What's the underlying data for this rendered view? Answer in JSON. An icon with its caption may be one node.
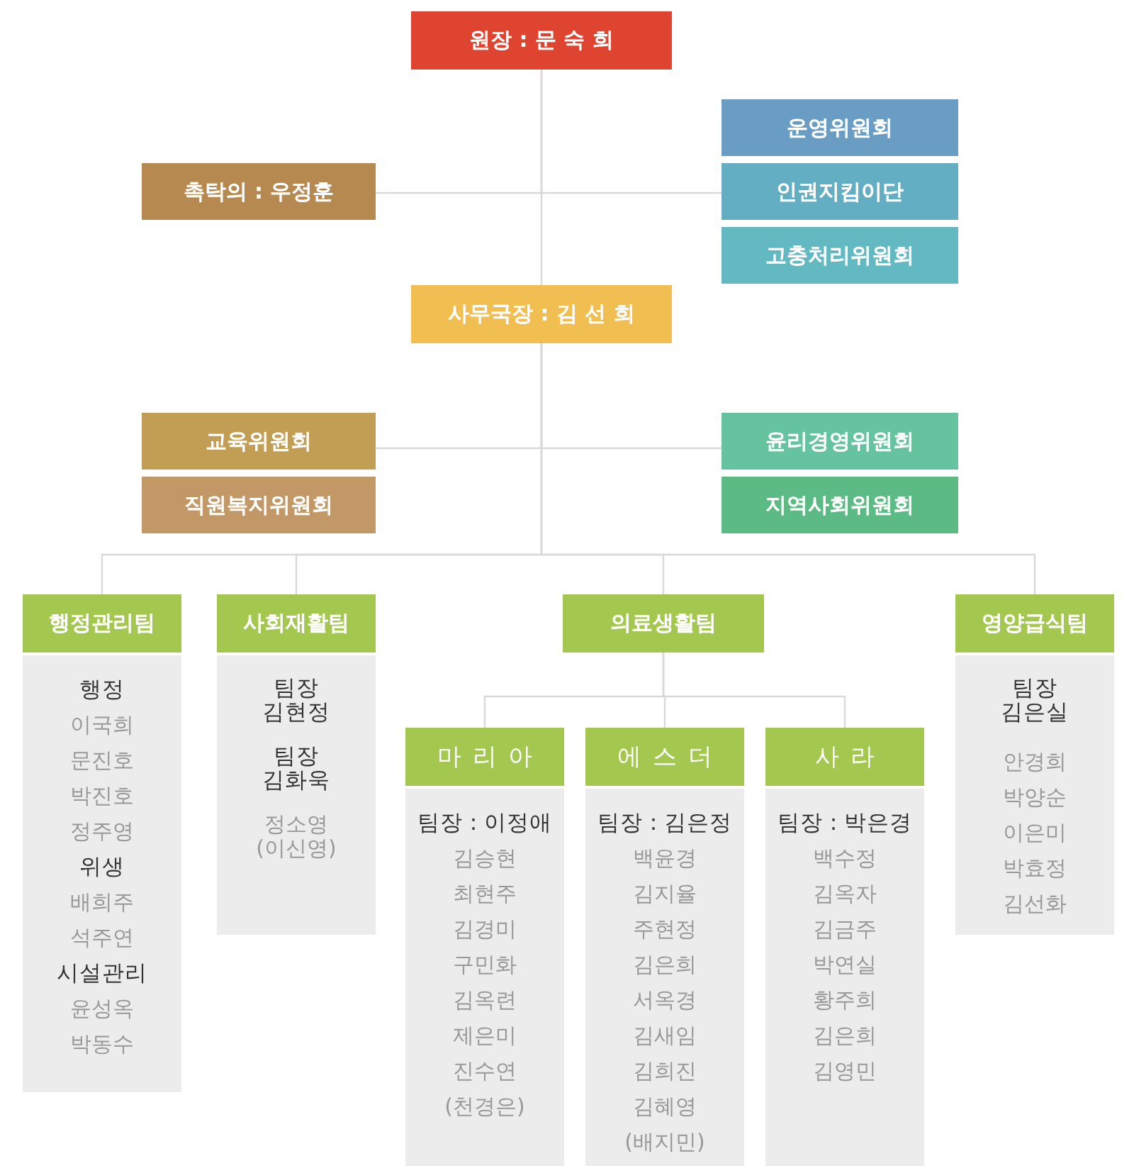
{
  "diagram": {
    "nodes": [
      {
        "text": [
          "원장 : 문 숙 희"
        ]
      },
      {
        "text": [
          "촉탁의 : 우정훈"
        ]
      },
      {
        "text": [
          "운영위원회"
        ]
      },
      {
        "text": [
          "인권지킴이단"
        ]
      },
      {
        "text": [
          "고충처리위원회"
        ]
      },
      {
        "text": [
          "사무국장 : 김 선 희"
        ]
      },
      {
        "text": [
          "교육위원회"
        ]
      },
      {
        "text": [
          "직원복지위원회"
        ]
      },
      {
        "text": [
          "윤리경영위원회"
        ]
      },
      {
        "text": [
          "지역사회위원회"
        ]
      },
      {
        "text": [
          "행정관리팀"
        ]
      },
      {
        "text": [
          "행정",
          "이국희",
          "문진호",
          "박진호",
          "정주영",
          "위생",
          "배희주",
          "석주연",
          "시설관리",
          "윤성옥",
          "박동수"
        ]
      },
      {
        "text": [
          "사회재활팀"
        ]
      },
      {
        "text": [
          "팀장 김현정",
          "팀장 김화욱",
          "정소영 (이신영)"
        ]
      },
      {
        "text": [
          "의료생활팀"
        ]
      },
      {
        "text": [
          "마 리 아"
        ]
      },
      {
        "text": [
          "팀장 : 이정애",
          "김승현",
          "최현주",
          "김경미",
          "구민화",
          "김옥련",
          "제은미",
          "진수연",
          "(천경은)"
        ]
      },
      {
        "text": [
          "에 스 더"
        ]
      },
      {
        "text": [
          "팀장 : 김은정",
          "백윤경",
          "김지율",
          "주현정",
          "김은희",
          "서옥경",
          "김새임",
          "김희진",
          "김혜영",
          "(배지민)"
        ]
      },
      {
        "text": [
          "사 라"
        ]
      },
      {
        "text": [
          "팀장 : 박은경",
          "백수정",
          "김옥자",
          "김금주",
          "박연실",
          "황주희",
          "김은희",
          "김영민"
        ]
      },
      {
        "text": [
          "영양급식팀"
        ]
      },
      {
        "text": [
          "팀장 김은실",
          "안경희",
          "박양순",
          "이은미",
          "박효정",
          "김선화"
        ]
      }
    ],
    "edges": [
      {
        "from": 0,
        "to": 1,
        "arrow": "none"
      },
      {
        "from": 0,
        "to": 3,
        "arrow": "none"
      },
      {
        "from": 0,
        "to": 5,
        "arrow": "none"
      },
      {
        "from": 5,
        "to": 6,
        "arrow": "none"
      },
      {
        "from": 5,
        "to": 8,
        "arrow": "none"
      },
      {
        "from": 5,
        "to": 10,
        "arrow": "none"
      },
      {
        "from": 5,
        "to": 12,
        "arrow": "none"
      },
      {
        "from": 5,
        "to": 14,
        "arrow": "none"
      },
      {
        "from": 5,
        "to": 21,
        "arrow": "none"
      },
      {
        "from": 14,
        "to": 15,
        "arrow": "none"
      },
      {
        "from": 14,
        "to": 17,
        "arrow": "none"
      },
      {
        "from": 14,
        "to": 19,
        "arrow": "none"
      }
    ]
  }
}
